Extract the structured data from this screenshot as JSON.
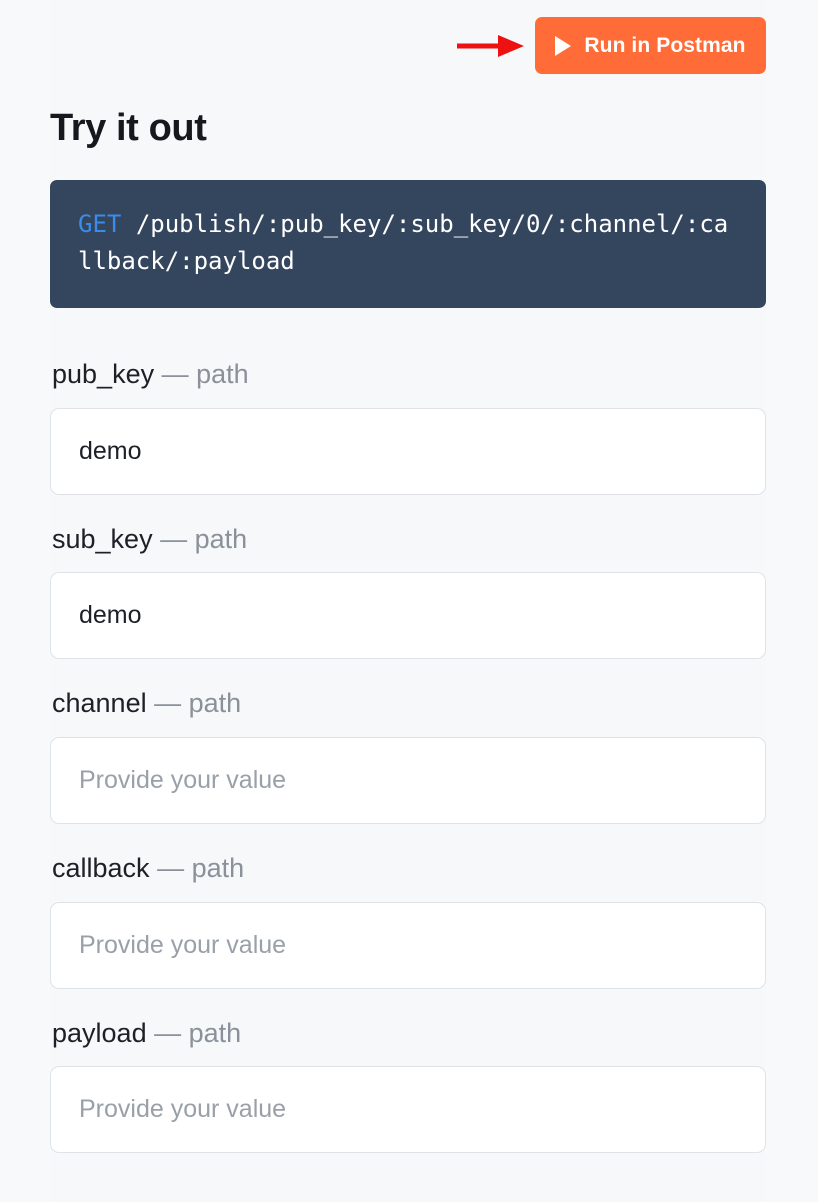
{
  "colors": {
    "page_background": "#f7f9fb",
    "content_background": "#f6f8fa",
    "postman_orange": "#ff6c37",
    "code_block_background": "#34455e",
    "method_blue": "#3b8ce8",
    "annotation_red": "#ee1111",
    "label_text": "#1d2026",
    "muted_text": "#8b919a",
    "placeholder_text": "#9aa0a8",
    "input_border": "#dfe3e8"
  },
  "toolbar": {
    "postman_button_label": "Run in Postman",
    "play_icon": "play-triangle-icon",
    "annotation_icon": "red-arrow-right-icon"
  },
  "main": {
    "heading": "Try it out",
    "endpoint": {
      "method": "GET",
      "path": "/publish/:pub_key/:sub_key/0/:channel/:callback/:payload"
    },
    "separator": "—",
    "parameters": [
      {
        "name": "pub_key",
        "kind": "path",
        "value": "demo",
        "placeholder": "Provide your value"
      },
      {
        "name": "sub_key",
        "kind": "path",
        "value": "demo",
        "placeholder": "Provide your value"
      },
      {
        "name": "channel",
        "kind": "path",
        "value": "",
        "placeholder": "Provide your value"
      },
      {
        "name": "callback",
        "kind": "path",
        "value": "",
        "placeholder": "Provide your value"
      },
      {
        "name": "payload",
        "kind": "path",
        "value": "",
        "placeholder": "Provide your value"
      }
    ]
  }
}
